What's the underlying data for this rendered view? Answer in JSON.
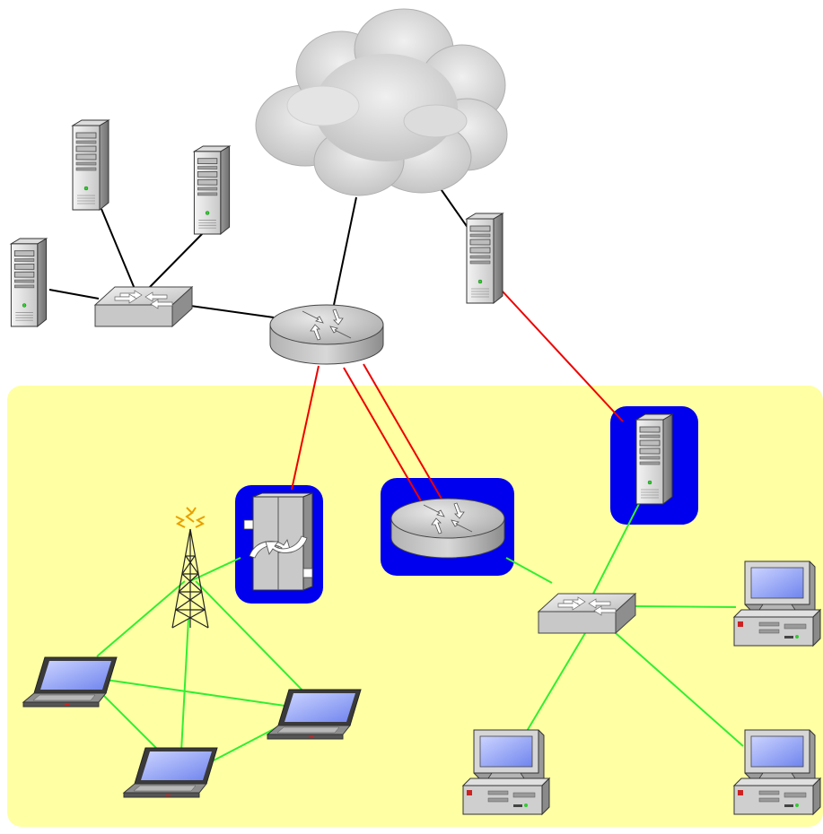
{
  "diagram": {
    "colors": {
      "zone_fill": "#ffffa3",
      "highlight_fill": "#0000ee",
      "wan_link": "#ee0000",
      "lan_link": "#33ee33",
      "internet_link": "#000000"
    },
    "nodes": [
      {
        "id": "cloud",
        "icon": "cloud-icon"
      },
      {
        "id": "server-top-left-a",
        "icon": "server-tower-icon"
      },
      {
        "id": "server-top-left-b",
        "icon": "server-tower-icon"
      },
      {
        "id": "server-left",
        "icon": "server-tower-icon"
      },
      {
        "id": "switch-left",
        "icon": "switch-icon"
      },
      {
        "id": "router-core",
        "icon": "router-icon"
      },
      {
        "id": "server-right",
        "icon": "server-tower-icon"
      },
      {
        "id": "firewall",
        "icon": "firewall-icon",
        "highlighted": true
      },
      {
        "id": "router-internal",
        "icon": "router-icon",
        "highlighted": true
      },
      {
        "id": "server-internal",
        "icon": "server-tower-icon",
        "highlighted": true
      },
      {
        "id": "radio-tower",
        "icon": "antenna-tower-icon"
      },
      {
        "id": "switch-internal",
        "icon": "switch-icon"
      },
      {
        "id": "laptop-left",
        "icon": "laptop-icon"
      },
      {
        "id": "laptop-right",
        "icon": "laptop-icon"
      },
      {
        "id": "laptop-bottom",
        "icon": "laptop-icon"
      },
      {
        "id": "desktop-right-top",
        "icon": "desktop-pc-icon"
      },
      {
        "id": "desktop-right-bottom",
        "icon": "desktop-pc-icon"
      },
      {
        "id": "desktop-bottom",
        "icon": "desktop-pc-icon"
      }
    ],
    "links": [
      {
        "from": "server-top-left-a",
        "to": "switch-left",
        "type": "internet_link"
      },
      {
        "from": "server-top-left-b",
        "to": "switch-left",
        "type": "internet_link"
      },
      {
        "from": "server-left",
        "to": "switch-left",
        "type": "internet_link"
      },
      {
        "from": "switch-left",
        "to": "router-core",
        "type": "internet_link"
      },
      {
        "from": "router-core",
        "to": "cloud",
        "type": "internet_link"
      },
      {
        "from": "cloud",
        "to": "server-right",
        "type": "internet_link"
      },
      {
        "from": "router-core",
        "to": "firewall",
        "type": "wan_link"
      },
      {
        "from": "router-core",
        "to": "router-internal",
        "type": "wan_link"
      },
      {
        "from": "router-core",
        "to": "router-internal",
        "type": "wan_link"
      },
      {
        "from": "server-right",
        "to": "server-internal",
        "type": "wan_link"
      },
      {
        "from": "router-internal",
        "to": "switch-internal",
        "type": "lan_link"
      },
      {
        "from": "server-internal",
        "to": "switch-internal",
        "type": "lan_link"
      },
      {
        "from": "switch-internal",
        "to": "desktop-right-top",
        "type": "lan_link"
      },
      {
        "from": "switch-internal",
        "to": "desktop-right-bottom",
        "type": "lan_link"
      },
      {
        "from": "switch-internal",
        "to": "desktop-bottom",
        "type": "lan_link"
      },
      {
        "from": "firewall",
        "to": "radio-tower",
        "type": "lan_link"
      },
      {
        "from": "radio-tower",
        "to": "laptop-left",
        "type": "lan_link"
      },
      {
        "from": "radio-tower",
        "to": "laptop-right",
        "type": "lan_link"
      },
      {
        "from": "radio-tower",
        "to": "laptop-bottom",
        "type": "lan_link"
      },
      {
        "from": "laptop-left",
        "to": "laptop-right",
        "type": "lan_link"
      },
      {
        "from": "laptop-left",
        "to": "laptop-bottom",
        "type": "lan_link"
      },
      {
        "from": "laptop-bottom",
        "to": "laptop-right",
        "type": "lan_link"
      }
    ]
  }
}
